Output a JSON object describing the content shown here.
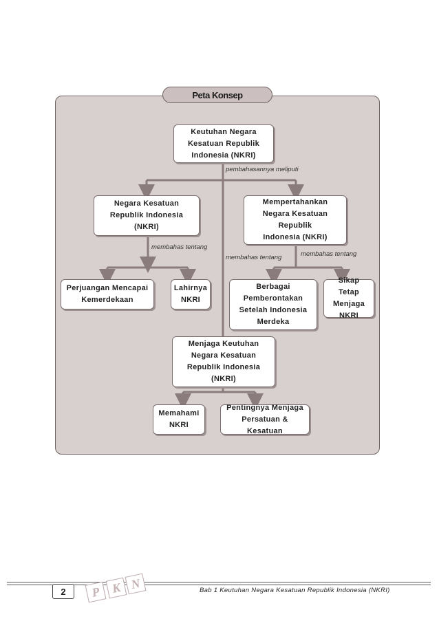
{
  "title": "Peta Konsep",
  "nodes": {
    "root": "Keutuhan Negara\nKesatuan Republik\nIndonesia (NKRI)",
    "nkri": "Negara Kesatuan\nRepublik Indonesia\n(NKRI)",
    "mempertahankan": "Mempertahankan\nNegara Kesatuan\nRepublik\nIndonesia (NKRI)",
    "perjuangan": "Perjuangan Mencapai\nKemerdekaan",
    "lahirnya": "Lahirnya\nNKRI",
    "berbagai": "Berbagai\nPemberontakan\nSetelah Indonesia\nMerdeka",
    "sikap": "Sikap Tetap\nMenjaga\nNKRI",
    "menjaga": "Menjaga Keutuhan\nNegara Kesatuan\nRepublik Indonesia\n(NKRI)",
    "memahami": "Memahami\nNKRI",
    "pentingnya": "Pentingnya Menjaga\nPersatuan & Kesatuan"
  },
  "labels": {
    "pembahasannya": "pembahasannya meliputi",
    "membahas_left": "membahas tentang",
    "membahas_center": "membahas tentang",
    "membahas_right": "membahas tentang"
  },
  "footer": {
    "page_number": "2",
    "pkn_letters": [
      "P",
      "K",
      "N"
    ],
    "chapter": "Bab 1 Keutuhan Negara Kesatuan Republik Indonesia (NKRI)"
  },
  "colors": {
    "panel": "#d8cfcf",
    "connector": "#8a7c7d"
  }
}
